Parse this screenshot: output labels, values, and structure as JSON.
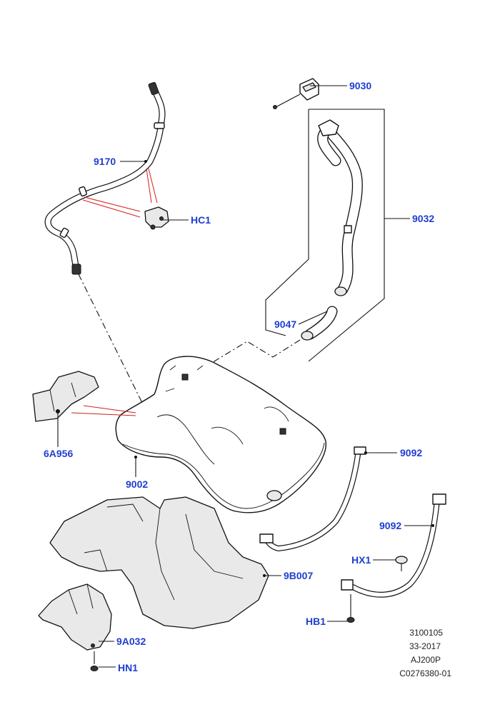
{
  "callouts": {
    "p9030": "9030",
    "p9170": "9170",
    "pHC1": "HC1",
    "p9032": "9032",
    "p9047": "9047",
    "p6A956": "6A956",
    "p9002": "9002",
    "p9092a": "9092",
    "p9092b": "9092",
    "pHX1": "HX1",
    "p9B007": "9B007",
    "pHB1": "HB1",
    "p9A032": "9A032",
    "pHN1": "HN1"
  },
  "info": {
    "line1": "3100105",
    "line2": "33-2017",
    "line3": "AJ200P",
    "line4": "C0276380-01"
  },
  "colors": {
    "callout": "#1f3fd0",
    "leader": "#111111",
    "highlight": "#d21f1f"
  }
}
